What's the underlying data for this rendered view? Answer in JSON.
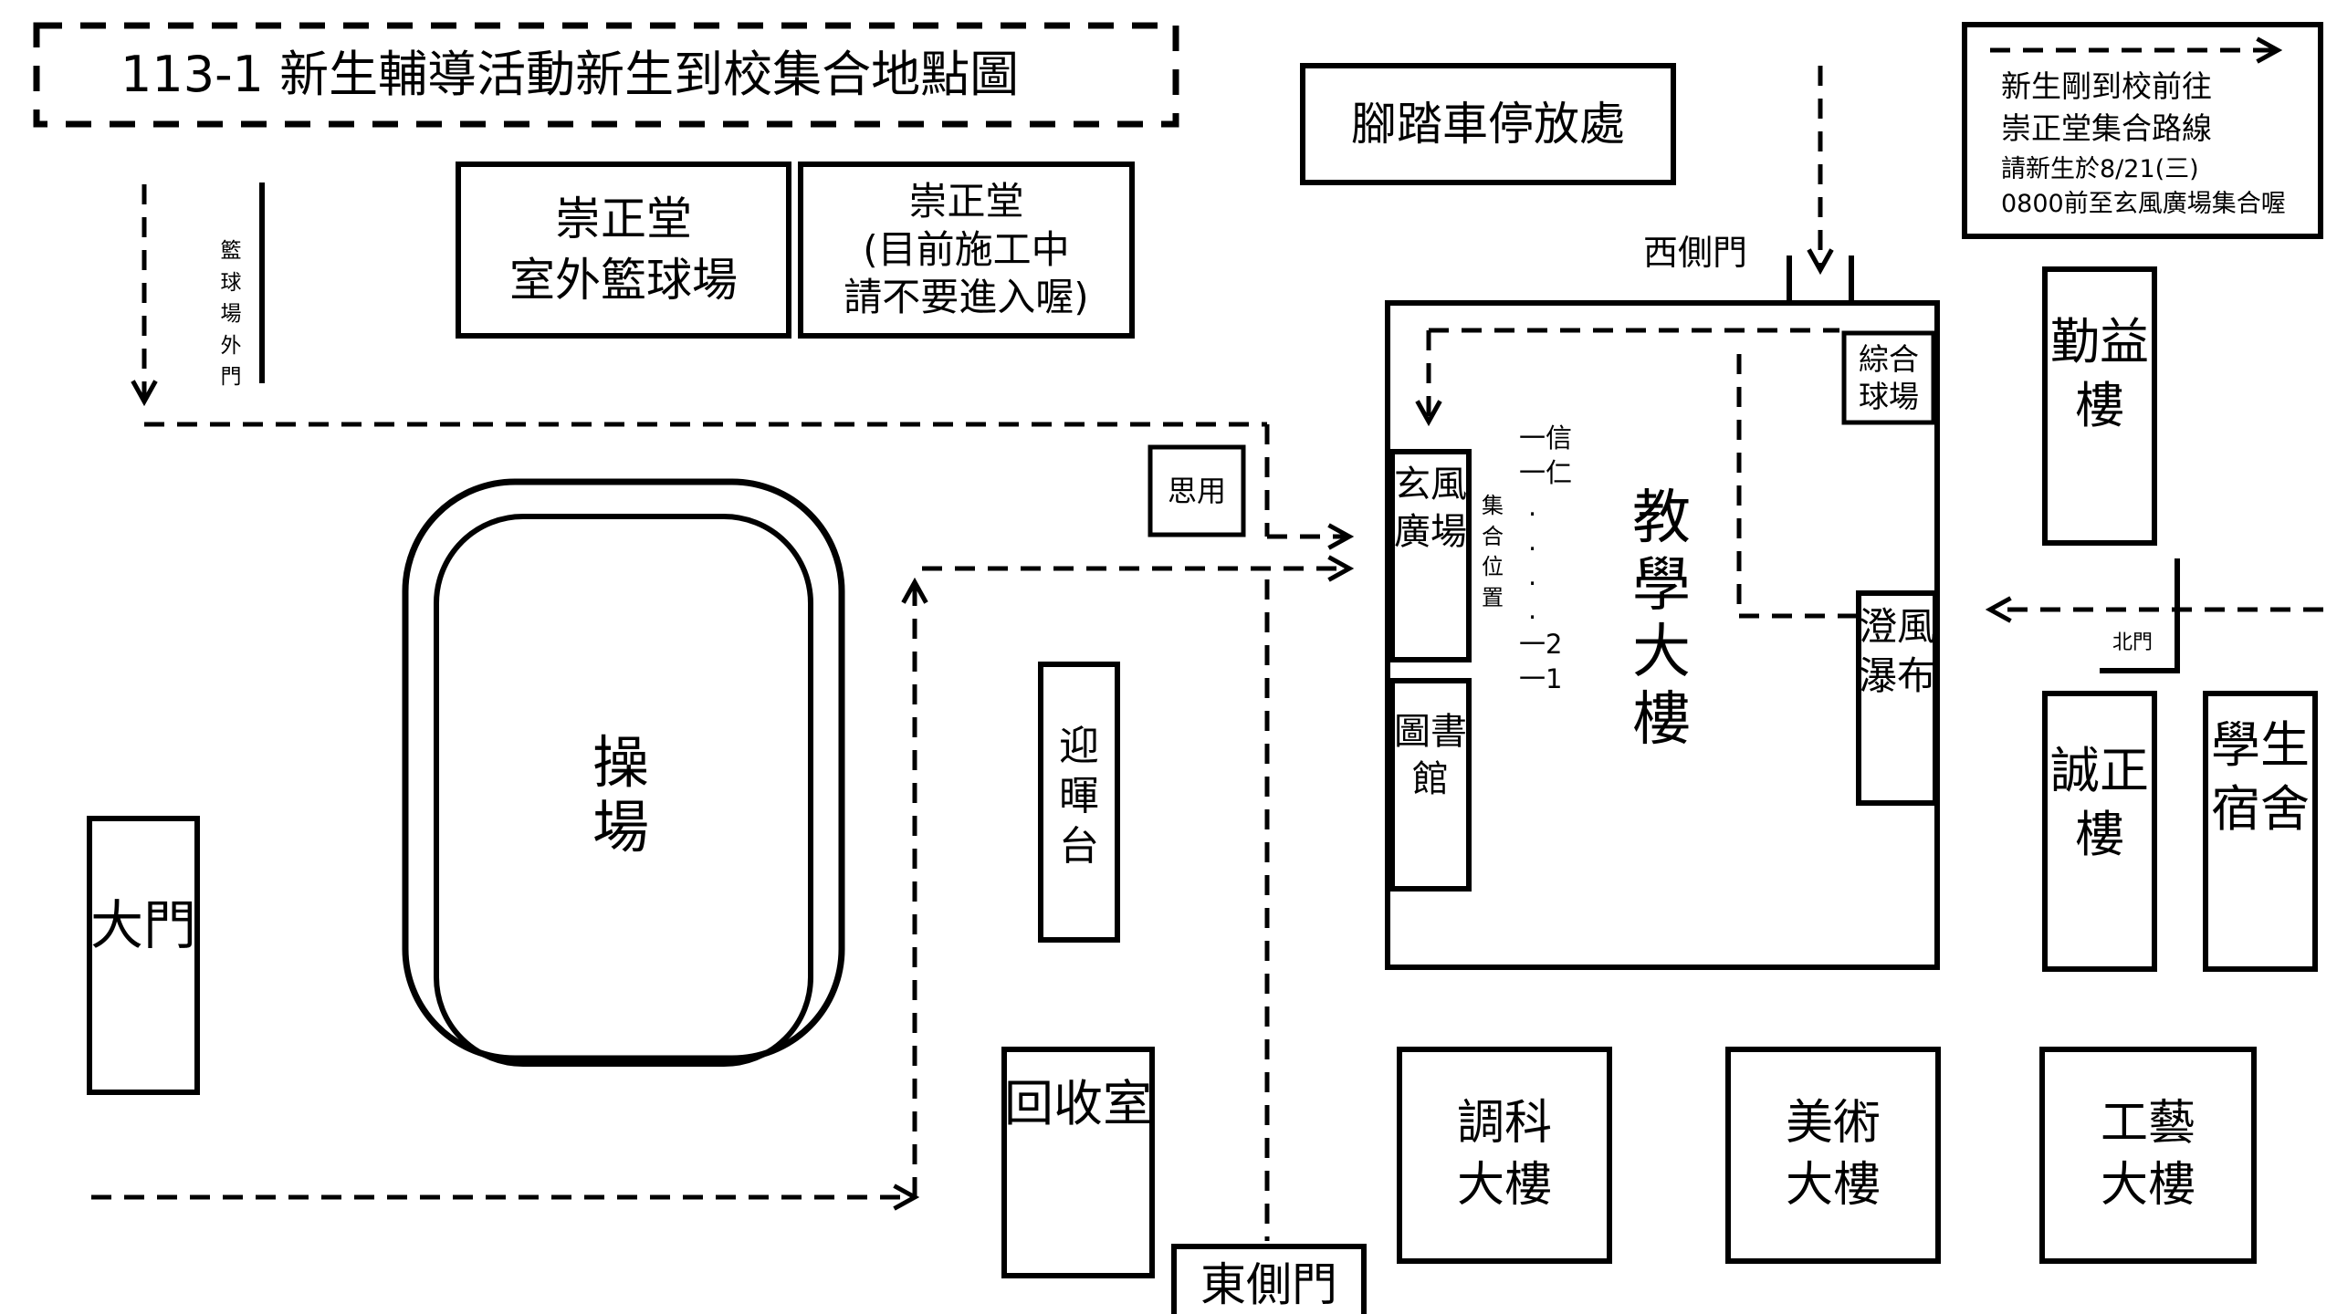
{
  "title": "113-1 新生輔導活動新生到校集合地點圖",
  "legend": {
    "line1": "新生剛到校前往",
    "line2": "崇正堂集合路線",
    "line3": "請新生於8/21(三)",
    "line4": "0800前至玄風廣場集合喔"
  },
  "buildings": {
    "bike_parking": "腳踏車停放處",
    "chongzheng_court": [
      "崇正堂",
      "室外籃球場"
    ],
    "chongzheng_hall": [
      "崇正堂",
      "(目前施工中",
      "請不要進入喔)"
    ],
    "basketball_gate": "籃球場外門",
    "west_gate": "西側門",
    "multi_court": [
      "綜合",
      "球場"
    ],
    "qinyi": "勤益樓",
    "siyong": "思用",
    "xuanfeng": "玄風廣場",
    "assembly": "集合位置",
    "class_list": [
      "一信",
      "一仁",
      ".",
      ".",
      ".",
      ".",
      "一2",
      "一1"
    ],
    "teaching": "教學大樓",
    "chengfeng": "澄風瀑布",
    "library": "圖書館",
    "north_gate": "北門",
    "chengzheng": "誠正樓",
    "dorm": "學生宿舍",
    "field": "操場",
    "yinghui": "迎暉台",
    "main_gate": "大門",
    "recycle": "回收室",
    "east_gate": "東側門",
    "diaoke": [
      "調科",
      "大樓"
    ],
    "arts": [
      "美術",
      "大樓"
    ],
    "crafts": [
      "工藝",
      "大樓"
    ]
  }
}
